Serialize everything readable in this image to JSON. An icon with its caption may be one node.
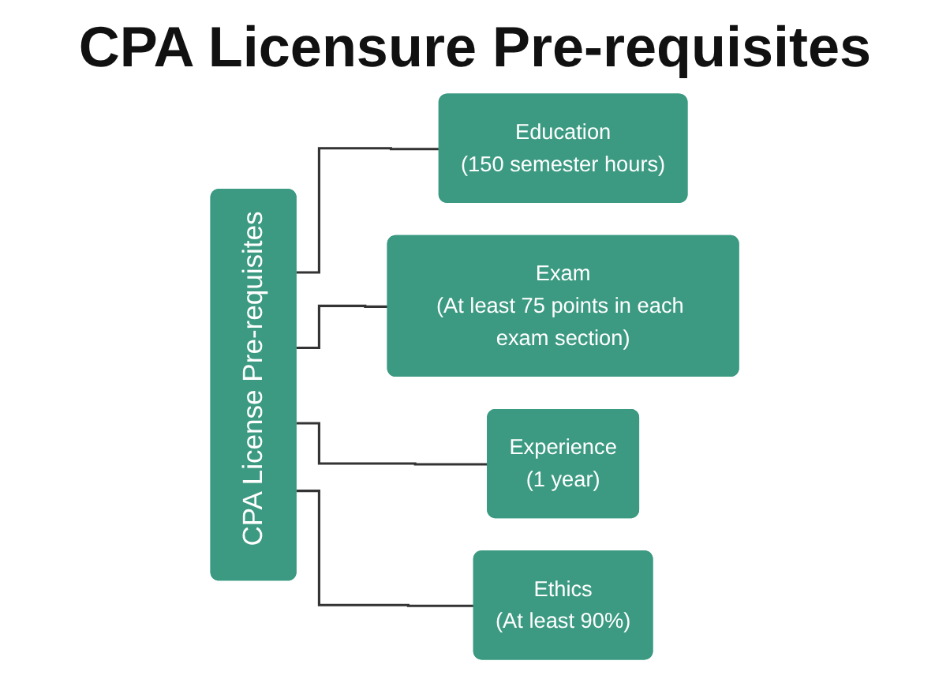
{
  "diagram": {
    "title": "CPA Licensure Pre-requisites",
    "nodes": [
      {
        "text": [
          "CPA License Pre-requisites"
        ]
      },
      {
        "text": [
          "Education",
          "(150 semester hours)"
        ]
      },
      {
        "text": [
          "Exam",
          "(At least 75 points in each exam section)"
        ]
      },
      {
        "text": [
          "Experience",
          "(1 year)"
        ]
      },
      {
        "text": [
          "Ethics",
          "(At least 90%)"
        ]
      }
    ],
    "edges": [
      {
        "from": 0,
        "to": 1,
        "arrow": "none"
      },
      {
        "from": 0,
        "to": 2,
        "arrow": "none"
      },
      {
        "from": 0,
        "to": 3,
        "arrow": "none"
      },
      {
        "from": 0,
        "to": 4,
        "arrow": "none"
      }
    ]
  }
}
